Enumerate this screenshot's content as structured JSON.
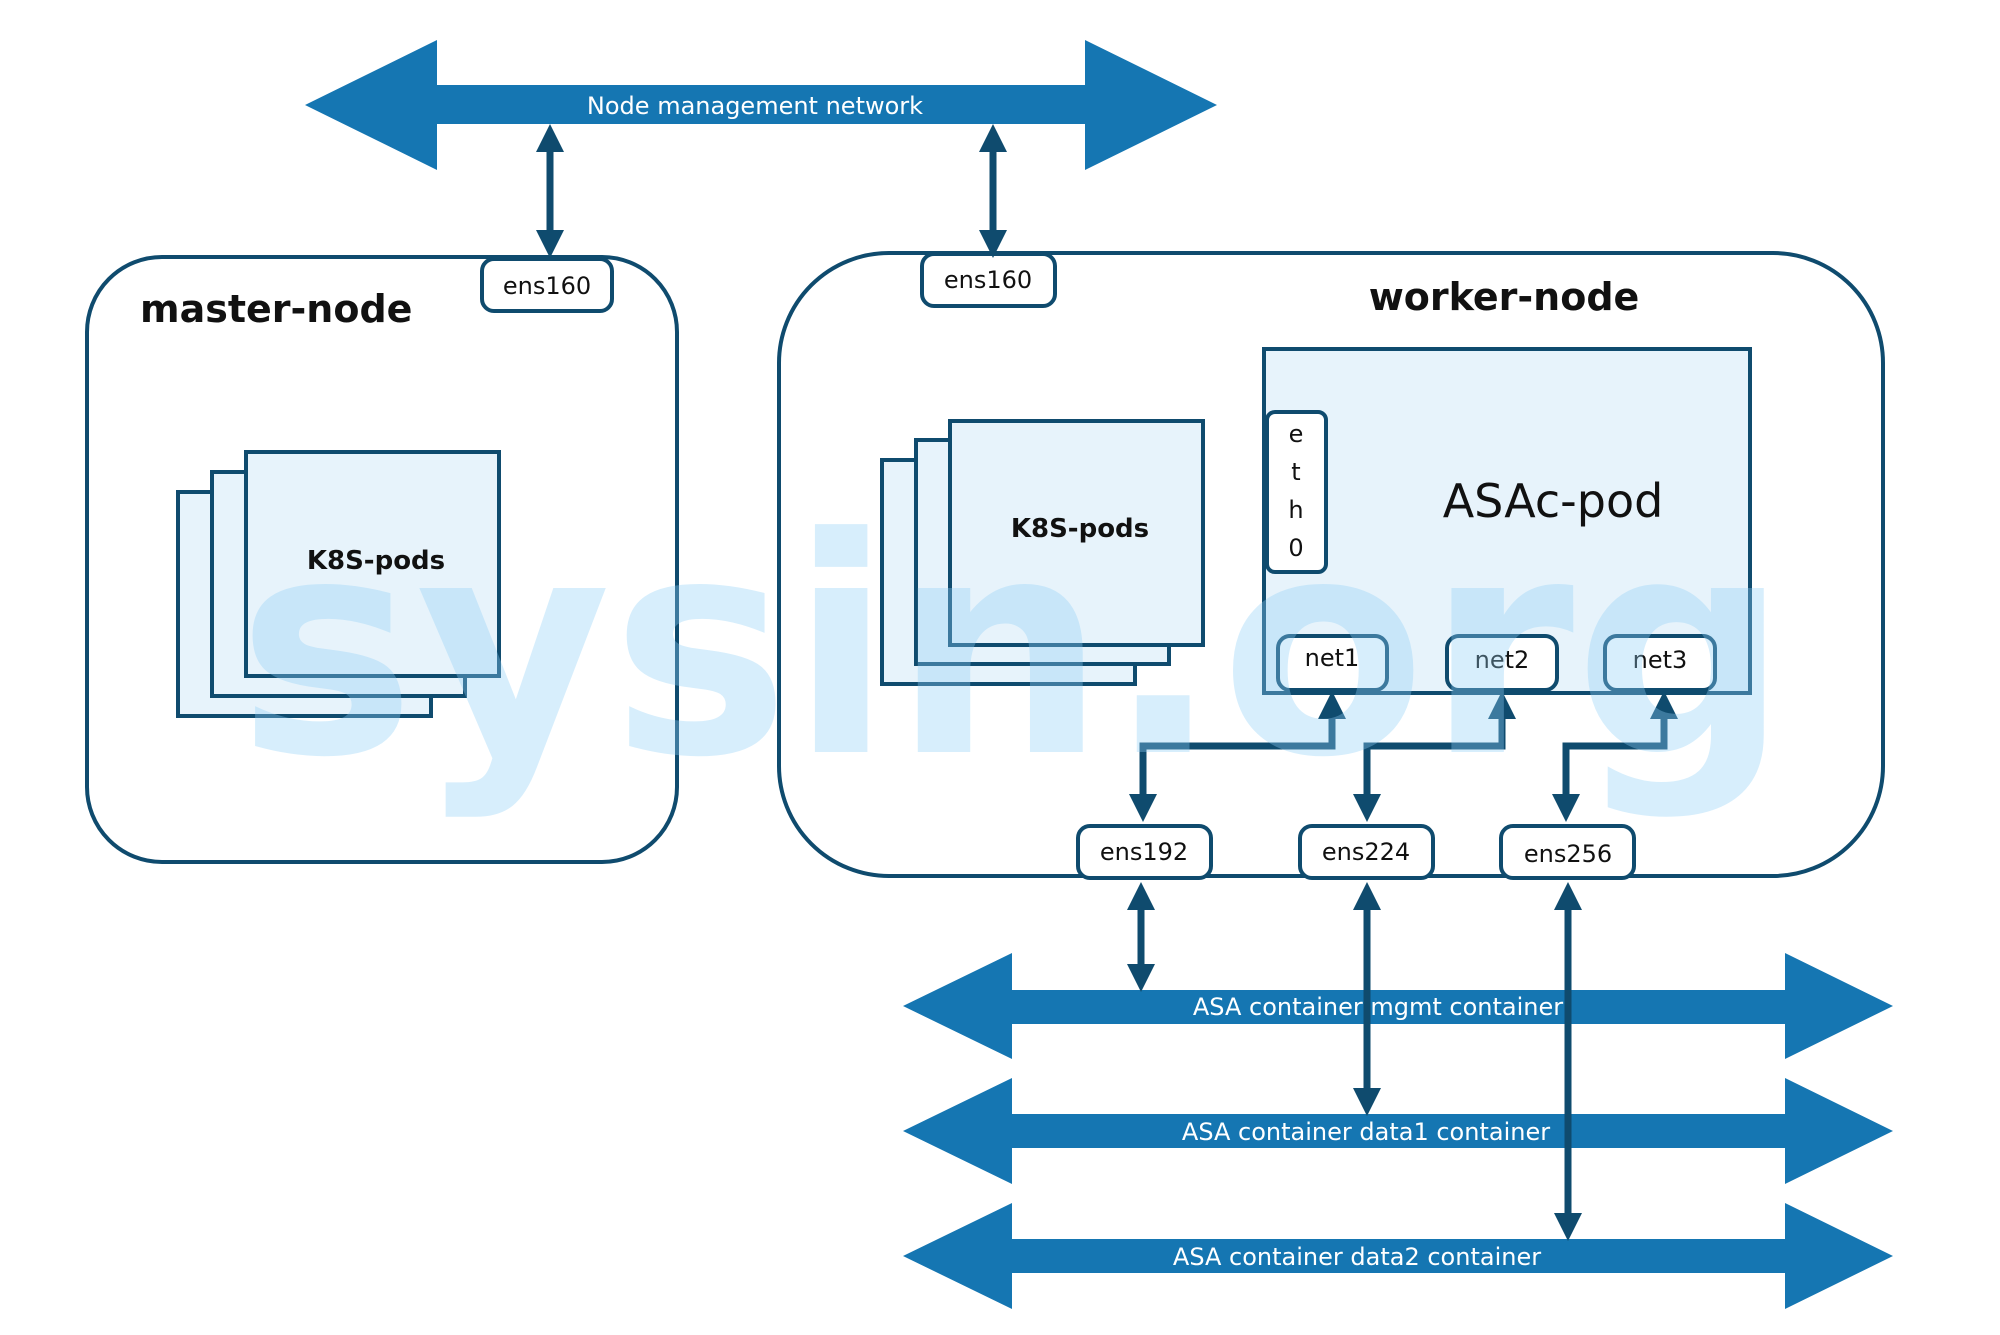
{
  "colors": {
    "bus": "#1576b2",
    "node_stroke": "#0f4b6e",
    "pod_fill": "#e7f3fb",
    "link": "#0f4b6e"
  },
  "top_bus": {
    "label": "Node management network"
  },
  "bottom_buses": [
    {
      "label": "ASA container mgmt container"
    },
    {
      "label": "ASA container data1 container"
    },
    {
      "label": "ASA container data2 container"
    }
  ],
  "master_node": {
    "title": "master-node",
    "interface": "ens160",
    "pods_label": "K8S-pods"
  },
  "worker_node": {
    "title": "worker-node",
    "interface": "ens160",
    "pods_label": "K8S-pods",
    "asac_pod": {
      "title": "ASAc-pod",
      "eth0": [
        "e",
        "t",
        "h",
        "0"
      ],
      "nets": [
        "net1",
        "net2",
        "net3"
      ]
    },
    "bottom_interfaces": [
      "ens192",
      "ens224",
      "ens256"
    ]
  },
  "watermark": "sysin.org"
}
